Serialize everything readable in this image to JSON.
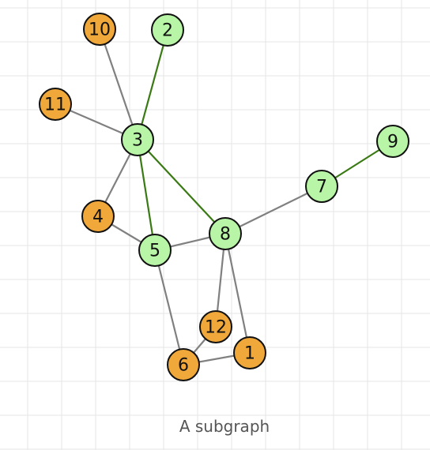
{
  "caption": "A subgraph",
  "colors": {
    "grid": "#e6e6e6",
    "edge_default": "#808080",
    "edge_highlight": "#3a7a14",
    "node_orange": "#f0a83a",
    "node_green": "#b8f5a6",
    "node_stroke": "#111111"
  },
  "nodes": [
    {
      "id": "1",
      "label": "1",
      "group": "orange"
    },
    {
      "id": "2",
      "label": "2",
      "group": "green"
    },
    {
      "id": "3",
      "label": "3",
      "group": "green"
    },
    {
      "id": "4",
      "label": "4",
      "group": "orange"
    },
    {
      "id": "5",
      "label": "5",
      "group": "green"
    },
    {
      "id": "6",
      "label": "6",
      "group": "orange"
    },
    {
      "id": "7",
      "label": "7",
      "group": "green"
    },
    {
      "id": "8",
      "label": "8",
      "group": "green"
    },
    {
      "id": "9",
      "label": "9",
      "group": "green"
    },
    {
      "id": "10",
      "label": "10",
      "group": "orange"
    },
    {
      "id": "11",
      "label": "11",
      "group": "orange"
    },
    {
      "id": "12",
      "label": "12",
      "group": "orange"
    }
  ],
  "edges": [
    {
      "from": "10",
      "to": "3",
      "highlight": false
    },
    {
      "from": "2",
      "to": "3",
      "highlight": true
    },
    {
      "from": "11",
      "to": "3",
      "highlight": false
    },
    {
      "from": "3",
      "to": "4",
      "highlight": false
    },
    {
      "from": "3",
      "to": "5",
      "highlight": true
    },
    {
      "from": "3",
      "to": "8",
      "highlight": true
    },
    {
      "from": "4",
      "to": "5",
      "highlight": false
    },
    {
      "from": "5",
      "to": "8",
      "highlight": false
    },
    {
      "from": "8",
      "to": "7",
      "highlight": false
    },
    {
      "from": "7",
      "to": "9",
      "highlight": true
    },
    {
      "from": "8",
      "to": "12",
      "highlight": false
    },
    {
      "from": "8",
      "to": "1",
      "highlight": false
    },
    {
      "from": "5",
      "to": "6",
      "highlight": false
    },
    {
      "from": "12",
      "to": "6",
      "highlight": false
    },
    {
      "from": "6",
      "to": "1",
      "highlight": false
    }
  ]
}
